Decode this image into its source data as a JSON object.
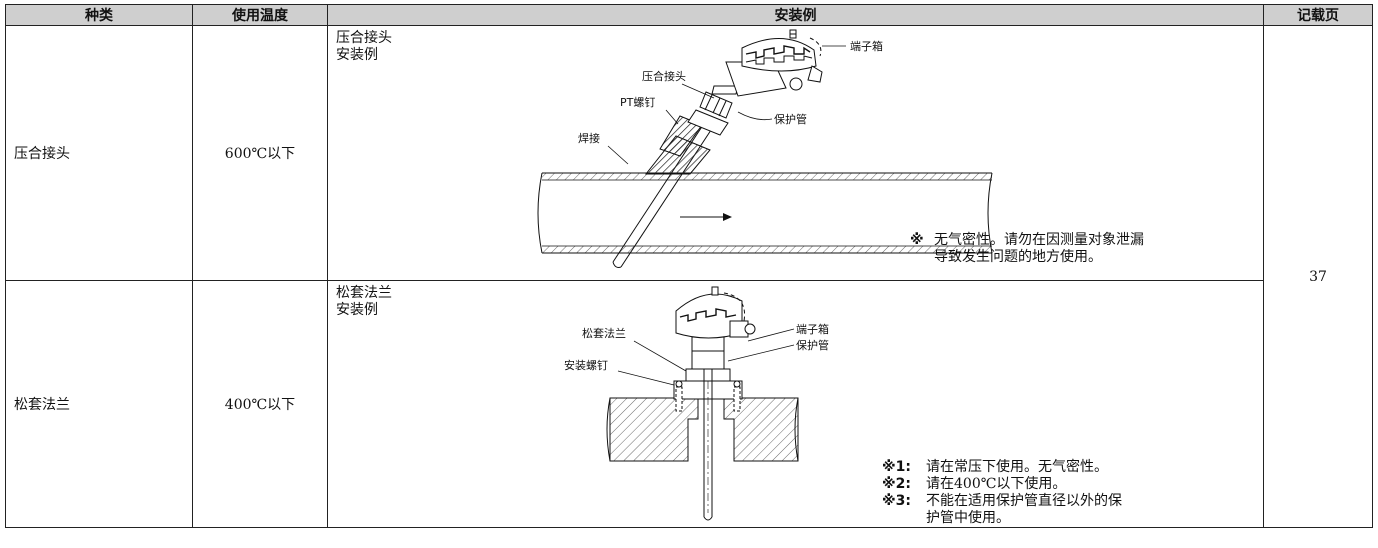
{
  "headers": {
    "type": "种类",
    "temp": "使用温度",
    "example": "安装例",
    "page": "记载页"
  },
  "rows": [
    {
      "type": "压合接头",
      "temp": "600℃以下",
      "title_line1": "压合接头",
      "title_line2": "安装例",
      "labels": {
        "terminal_box": "端子箱",
        "compression_fitting": "压合接头",
        "pt_screw": "PT螺钉",
        "protection_tube": "保护管",
        "weld": "焊接"
      },
      "note_mark": "※",
      "note_line1": "无气密性。请勿在因测量对象泄漏",
      "note_line2": "导致发生问题的地方使用。"
    },
    {
      "type": "松套法兰",
      "temp": "400℃以下",
      "title_line1": "松套法兰",
      "title_line2": "安装例",
      "labels": {
        "loose_flange": "松套法兰",
        "terminal_box": "端子箱",
        "mounting_screw": "安装螺钉",
        "protection_tube": "保护管"
      },
      "notes": [
        {
          "mark": "※1:",
          "text": "请在常压下使用。无气密性。"
        },
        {
          "mark": "※2:",
          "text": "请在400℃以下使用。"
        },
        {
          "mark": "※3:",
          "text": "不能在适用保护管直径以外的保"
        }
      ],
      "note3_cont": "护管中使用。"
    }
  ],
  "page": "37"
}
